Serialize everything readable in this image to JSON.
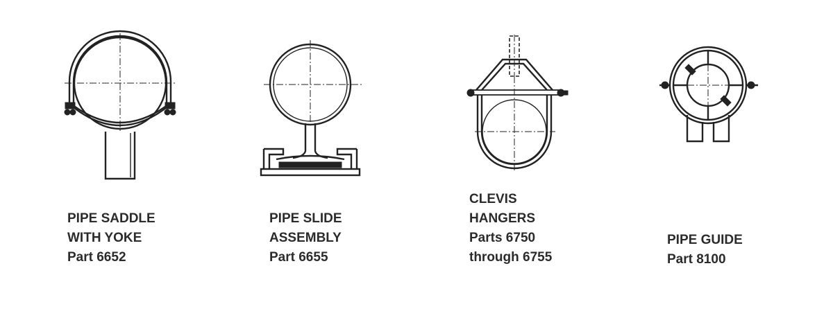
{
  "items": [
    {
      "title_line1": "PIPE SADDLE",
      "title_line2": "WITH YOKE",
      "part_line1": "Part 6652",
      "part_line2": ""
    },
    {
      "title_line1": "PIPE SLIDE",
      "title_line2": "ASSEMBLY",
      "part_line1": "Part 6655",
      "part_line2": ""
    },
    {
      "title_line1": "CLEVIS",
      "title_line2": "HANGERS",
      "part_line1": "Parts 6750",
      "part_line2": "through 6755"
    },
    {
      "title_line1": "PIPE GUIDE",
      "title_line2": "",
      "part_line1": "Part 8100",
      "part_line2": ""
    }
  ]
}
